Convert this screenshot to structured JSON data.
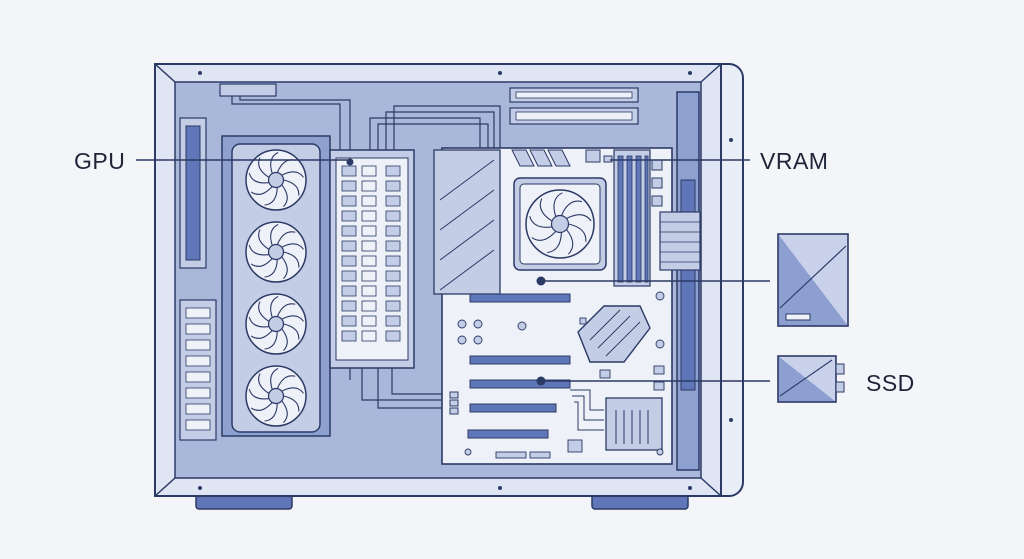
{
  "labels": {
    "gpu": "GPU",
    "vram": "VRAM",
    "ssd": "SSD"
  },
  "colors": {
    "background": "#f4f5f8",
    "outline": "#2c3a66",
    "case_fill": "#a9b8da",
    "panel_fill": "#c3cde6",
    "board_fill": "#eef1f8",
    "accent_dark": "#5f77b8",
    "label_text": "#1f2438"
  },
  "icons": [
    "fan-icon",
    "heatsink-icon",
    "ram-stick-icon",
    "drive-icon",
    "ssd-icon"
  ]
}
